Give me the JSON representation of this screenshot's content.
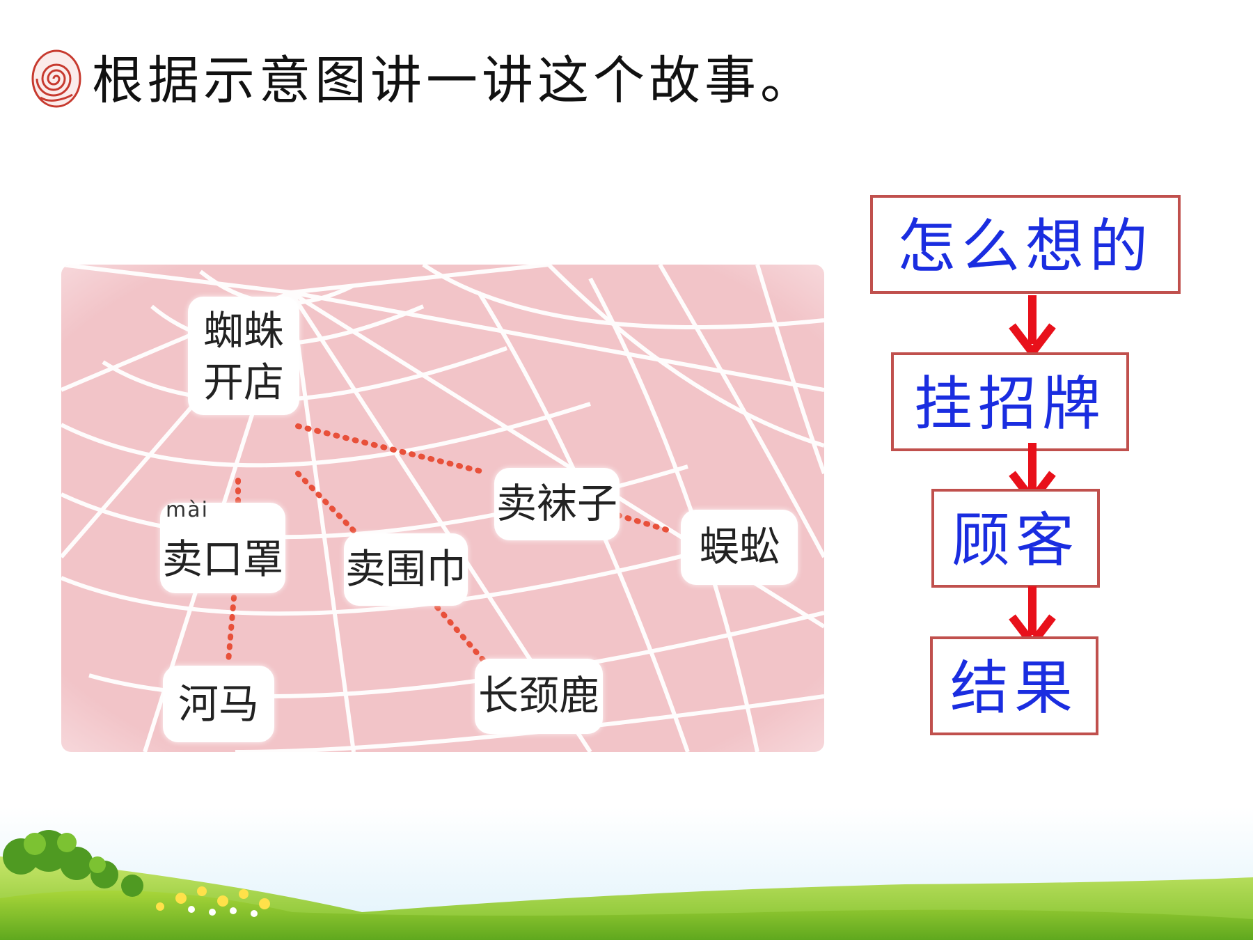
{
  "slide": {
    "title": "根据示意图讲一讲这个故事。",
    "icon": "spiral-seal-icon"
  },
  "diagram": {
    "nodes": [
      {
        "id": "spider-shop",
        "text": "蜘蛛开店",
        "line1": "蜘蛛",
        "line2": "开店"
      },
      {
        "id": "sell-masks",
        "text": "卖口罩",
        "pinyin": "mài"
      },
      {
        "id": "sell-scarves",
        "text": "卖围巾"
      },
      {
        "id": "sell-socks",
        "text": "卖袜子"
      },
      {
        "id": "hippo",
        "text": "河马"
      },
      {
        "id": "giraffe",
        "text": "长颈鹿"
      },
      {
        "id": "centipede",
        "text": "蜈蚣"
      }
    ],
    "edges": [
      [
        "spider-shop",
        "sell-masks"
      ],
      [
        "spider-shop",
        "sell-scarves"
      ],
      [
        "spider-shop",
        "sell-socks"
      ],
      [
        "sell-masks",
        "hippo"
      ],
      [
        "sell-scarves",
        "giraffe"
      ],
      [
        "sell-socks",
        "centipede"
      ]
    ],
    "colors": {
      "web_background": "#f2c4c8",
      "web_lines": "#ffffff",
      "dots": "#e8503a"
    }
  },
  "flow": {
    "steps": [
      "怎么想的",
      "挂招牌",
      "顾客",
      "结果"
    ],
    "colors": {
      "border": "#c0504d",
      "text": "#1a2de0",
      "arrow": "#e8101a"
    }
  }
}
